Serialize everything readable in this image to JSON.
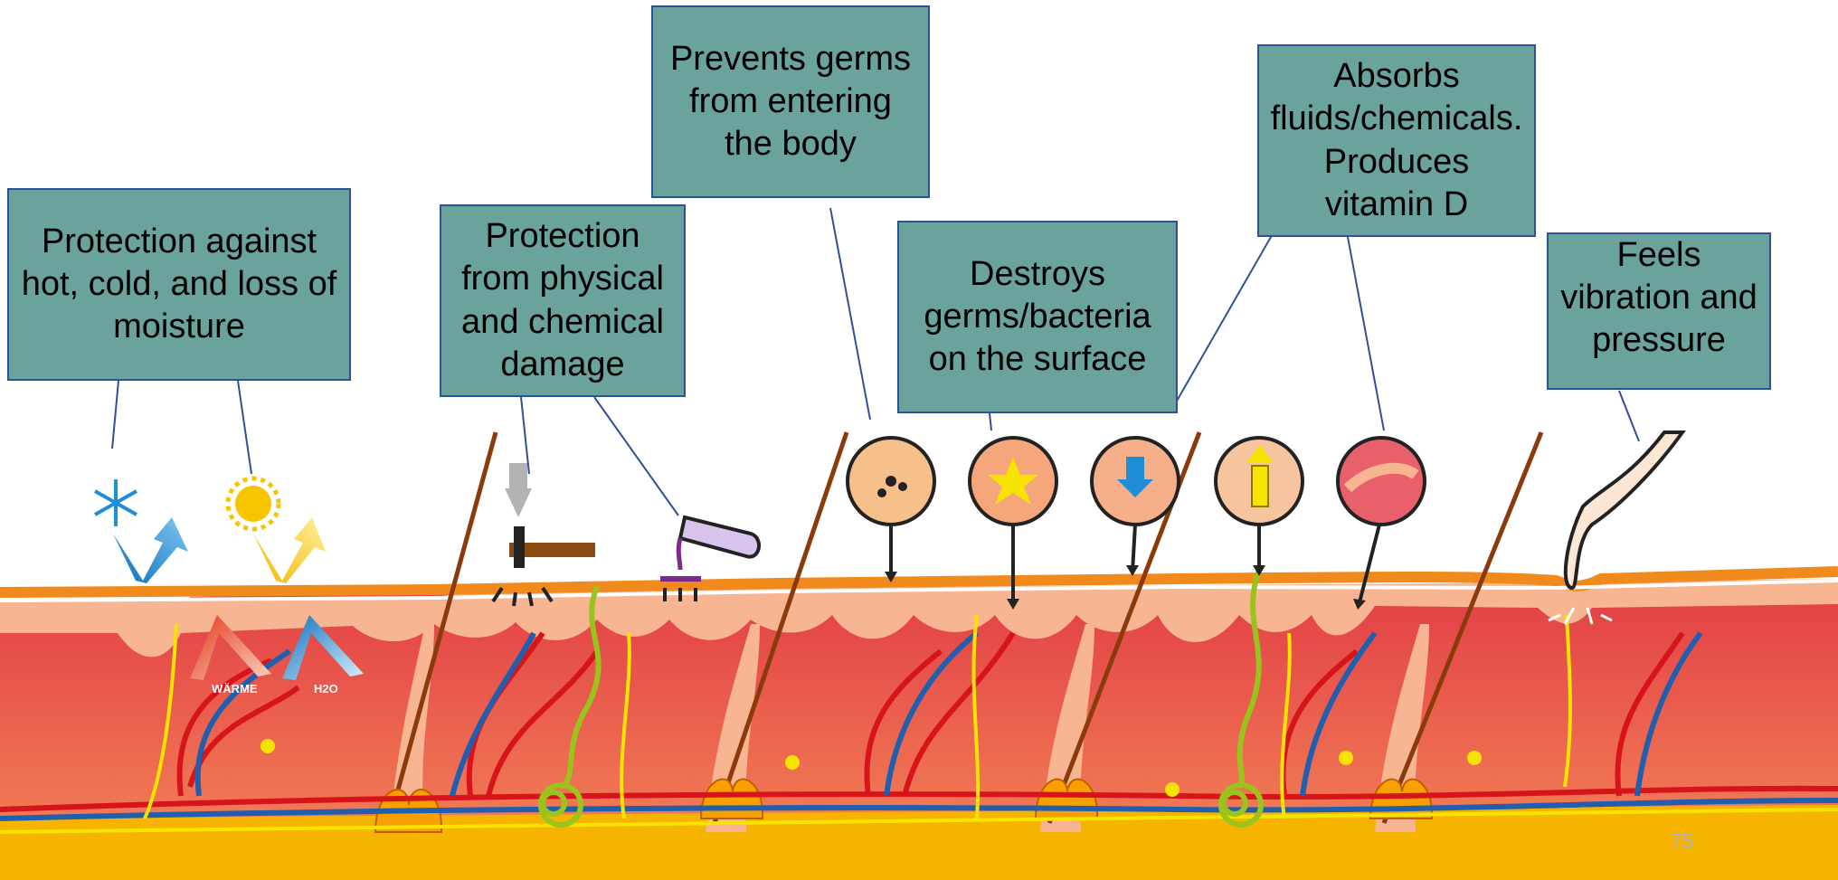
{
  "labels": {
    "temperature": "Protection against hot, cold, and loss of moisture",
    "physical": "Protection from physical and chemical damage",
    "germs_entry": "Prevents germs from entering the body",
    "destroy_germs": "Destroys germs/bacteria on the surface",
    "absorbs": "Absorbs fluids/chemicals. Produces vitamin D",
    "feels": "Feels vibration and pressure"
  },
  "arrow_labels": {
    "heat": "WÄRME",
    "water": "H2O"
  },
  "icons": [
    "snowflake-icon",
    "sun-icon",
    "up-arrow-icon",
    "hammer-icon",
    "test-tube-icon",
    "germs-magnified-icon",
    "germ-destroyed-icon",
    "absorb-magnified-icon",
    "vitamin-d-magnified-icon",
    "sensation-magnified-icon",
    "finger-icon"
  ],
  "colors": {
    "label_fill": "#6aa39b",
    "label_border": "#2f4f9a",
    "epidermis": "#f08a1c",
    "dermis": "#e8504a",
    "fat_layer": "#f6b400",
    "artery": "#d7141a",
    "vein": "#1f5fae",
    "nerve": "#f6e400"
  },
  "page_number": "75"
}
